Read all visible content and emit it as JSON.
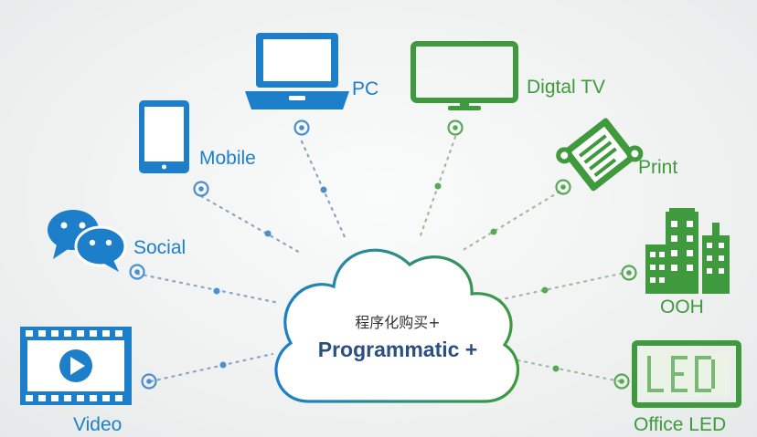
{
  "center": {
    "title_cn": "程序化购买+",
    "title_en": "Programmatic +"
  },
  "nodes": {
    "pc": "PC",
    "digital_tv": "Digtal TV",
    "mobile": "Mobile",
    "print": "Print",
    "social": "Social",
    "ooh": "OOH",
    "video": "Video",
    "office_led": "Office LED"
  },
  "colors": {
    "blue": "#1d7fc9",
    "green": "#3e9a3c",
    "cloud_text": "#2b4f82"
  }
}
